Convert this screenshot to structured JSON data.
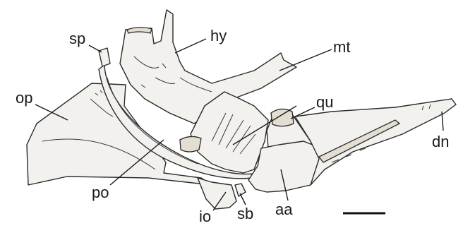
{
  "figure": {
    "labels": {
      "sp": "sp",
      "hy": "hy",
      "mt": "mt",
      "op": "op",
      "qu": "qu",
      "dn": "dn",
      "po": "po",
      "io": "io",
      "sb": "sb",
      "aa": "aa"
    }
  }
}
